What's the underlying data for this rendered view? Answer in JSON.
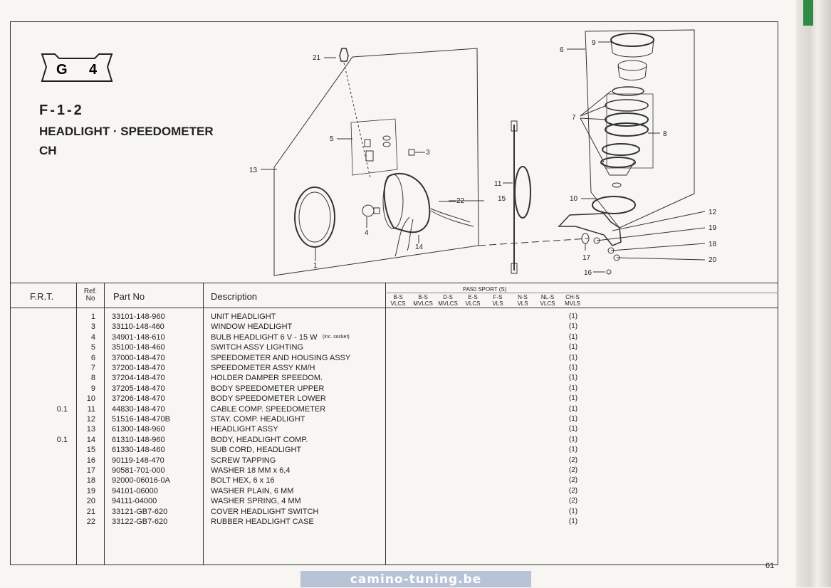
{
  "badge": {
    "letter": "G",
    "number": "4"
  },
  "section": {
    "code": "F-1-2",
    "title": "HEADLIGHT · SPEEDOMETER",
    "subtitle": "CH"
  },
  "diagram_labels": [
    "21",
    "5",
    "3",
    "13",
    "22",
    "15",
    "4",
    "14",
    "1",
    "11",
    "6",
    "9",
    "7",
    "8",
    "10",
    "12",
    "19",
    "18",
    "20",
    "17",
    "16"
  ],
  "table": {
    "headers": {
      "frt": "F.R.T.",
      "ref": "Ref.",
      "ref_no": "No",
      "part": "Part No",
      "desc": "Description",
      "model_group": "PA50 SPORT (S)"
    },
    "models": [
      {
        "top": "B-S",
        "bottom": "VLCS"
      },
      {
        "top": "B-S",
        "bottom": "MVLCS"
      },
      {
        "top": "D-S",
        "bottom": "MVLCS"
      },
      {
        "top": "E-S",
        "bottom": "VLCS"
      },
      {
        "top": "F-S",
        "bottom": "VLS"
      },
      {
        "top": "N-S",
        "bottom": "VLS"
      },
      {
        "top": "NL-S",
        "bottom": "VLCS"
      },
      {
        "top": "CH-S",
        "bottom": "MVLS"
      }
    ],
    "rows": [
      {
        "frt": "",
        "ref": "1",
        "part": "33101-148-960",
        "desc": "UNIT HEADLIGHT",
        "note": "",
        "qty": "(1)"
      },
      {
        "frt": "",
        "ref": "3",
        "part": "33110-148-460",
        "desc": "WINDOW HEADLIGHT",
        "note": "",
        "qty": "(1)"
      },
      {
        "frt": "",
        "ref": "4",
        "part": "34901-148-610",
        "desc": "BULB HEADLIGHT 6 V - 15 W",
        "note": "(inc. socket)",
        "qty": "(1)"
      },
      {
        "frt": "",
        "ref": "5",
        "part": "35100-148-460",
        "desc": "SWITCH ASSY LIGHTING",
        "note": "",
        "qty": "(1)"
      },
      {
        "frt": "",
        "ref": "6",
        "part": "37000-148-470",
        "desc": "SPEEDOMETER AND HOUSING ASSY",
        "note": "",
        "qty": "(1)"
      },
      {
        "frt": "",
        "ref": "7",
        "part": "37200-148-470",
        "desc": "SPEEDOMETER ASSY KM/H",
        "note": "",
        "qty": "(1)"
      },
      {
        "frt": "",
        "ref": "8",
        "part": "37204-148-470",
        "desc": "HOLDER DAMPER SPEEDOM.",
        "note": "",
        "qty": "(1)"
      },
      {
        "frt": "",
        "ref": "9",
        "part": "37205-148-470",
        "desc": "BODY SPEEDOMETER UPPER",
        "note": "",
        "qty": "(1)"
      },
      {
        "frt": "",
        "ref": "10",
        "part": "37206-148-470",
        "desc": "BODY SPEEDOMETER LOWER",
        "note": "",
        "qty": "(1)"
      },
      {
        "frt": "0.1",
        "ref": "11",
        "part": "44830-148-470",
        "desc": "CABLE COMP. SPEEDOMETER",
        "note": "",
        "qty": "(1)"
      },
      {
        "frt": "",
        "ref": "12",
        "part": "51516-148-470B",
        "desc": "STAY. COMP. HEADLIGHT",
        "note": "",
        "qty": "(1)"
      },
      {
        "frt": "",
        "ref": "13",
        "part": "61300-148-960",
        "desc": "HEADLIGHT ASSY",
        "note": "",
        "qty": "(1)"
      },
      {
        "frt": "0.1",
        "ref": "14",
        "part": "61310-148-960",
        "desc": "BODY, HEADLIGHT COMP.",
        "note": "",
        "qty": "(1)"
      },
      {
        "frt": "",
        "ref": "15",
        "part": "61330-148-460",
        "desc": "SUB CORD, HEADLIGHT",
        "note": "",
        "qty": "(1)"
      },
      {
        "frt": "",
        "ref": "16",
        "part": "90119-148-470",
        "desc": "SCREW TAPPING",
        "note": "",
        "qty": "(2)"
      },
      {
        "frt": "",
        "ref": "17",
        "part": "90581-701-000",
        "desc": "WASHER 18 MM x 6,4",
        "note": "",
        "qty": "(2)"
      },
      {
        "frt": "",
        "ref": "18",
        "part": "92000-06016-0A",
        "desc": "BOLT HEX, 6 x 16",
        "note": "",
        "qty": "(2)"
      },
      {
        "frt": "",
        "ref": "19",
        "part": "94101-06000",
        "desc": "WASHER PLAIN, 6 MM",
        "note": "",
        "qty": "(2)"
      },
      {
        "frt": "",
        "ref": "20",
        "part": "94111-04000",
        "desc": "WASHER SPRING, 4 MM",
        "note": "",
        "qty": "(2)"
      },
      {
        "frt": "",
        "ref": "21",
        "part": "33121-GB7-620",
        "desc": "COVER HEADLIGHT SWITCH",
        "note": "",
        "qty": "(1)"
      },
      {
        "frt": "",
        "ref": "22",
        "part": "33122-GB7-620",
        "desc": "RUBBER HEADLIGHT CASE",
        "note": "",
        "qty": "(1)"
      }
    ]
  },
  "page_number": "61",
  "watermark": "camino-tuning.be"
}
